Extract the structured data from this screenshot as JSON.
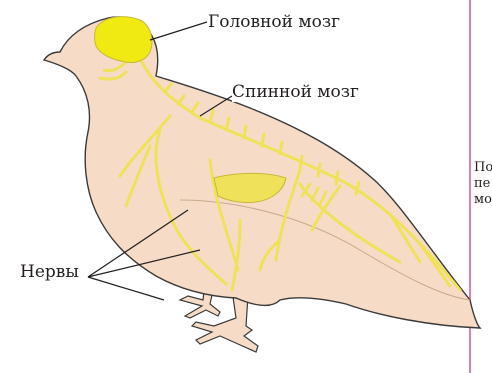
{
  "labels": {
    "brain": "Головной мозг",
    "spinal_cord": "Спинной мозг",
    "nerves": "Нервы"
  },
  "cut_text": [
    "По",
    "пе",
    "мо"
  ],
  "colors": {
    "body": "#f6dcc6",
    "outline": "#3a3a3a",
    "nerve": "#efe25a",
    "nerve_edge": "#9c8a3a",
    "border": "#d4559a",
    "text": "#231f20"
  }
}
